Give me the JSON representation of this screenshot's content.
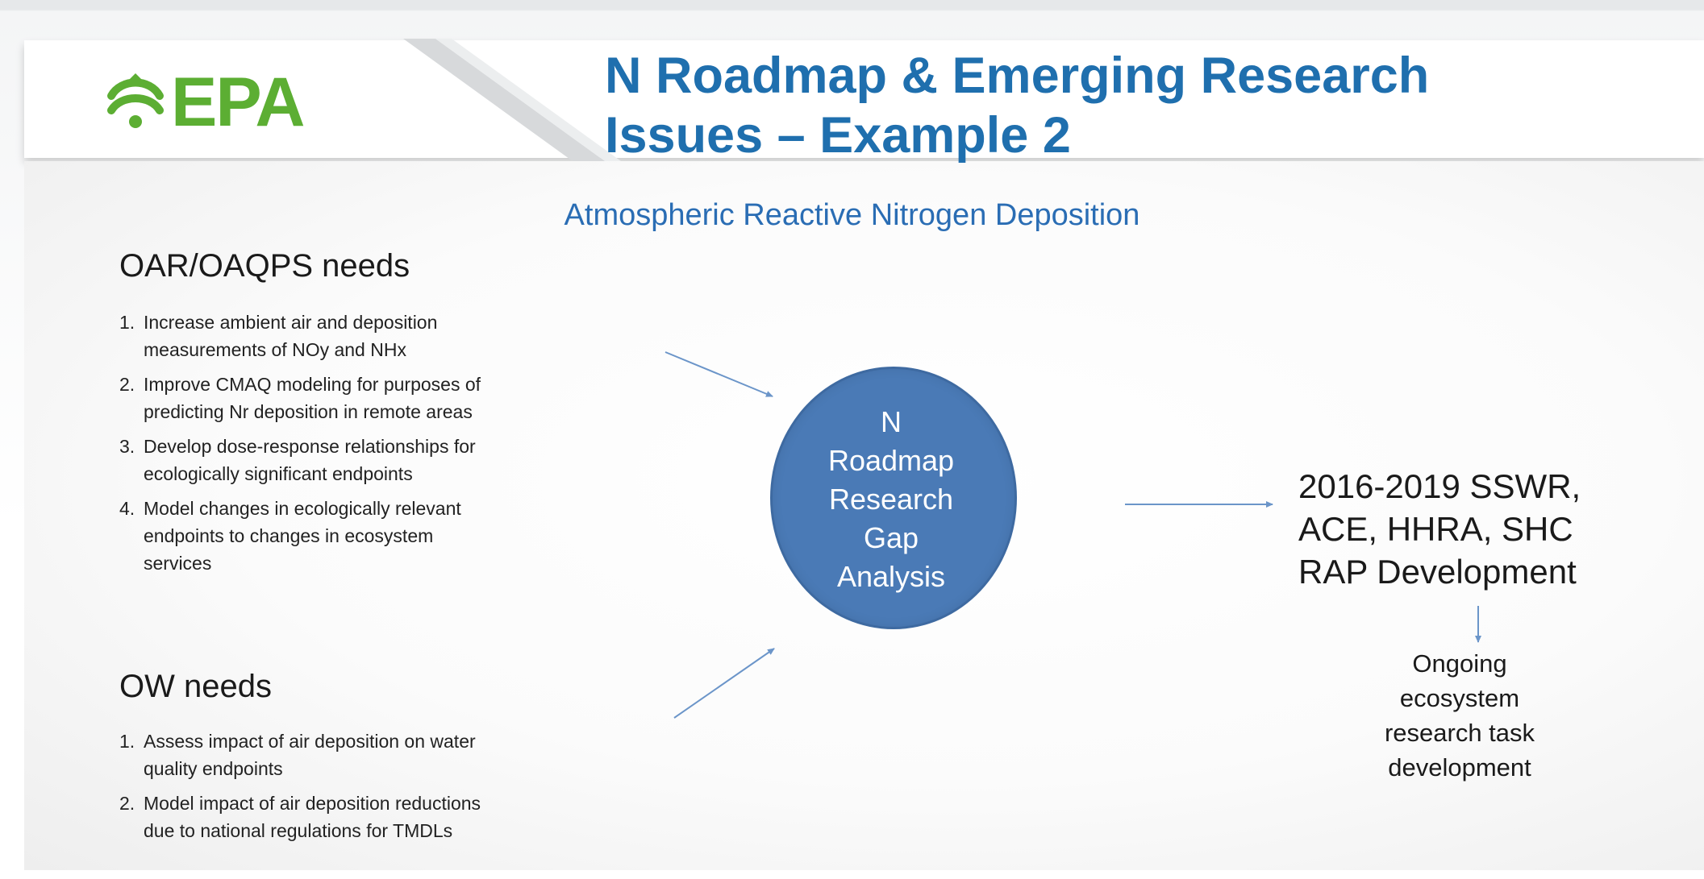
{
  "header": {
    "logo_text": "EPA",
    "title_lines": [
      "N Roadmap & Emerging Research",
      "Issues – Example 2"
    ]
  },
  "diagram": {
    "subtitle": "Atmospheric Reactive Nitrogen Deposition",
    "oar_section": {
      "heading": "OAR/OAQPS needs",
      "items": [
        {
          "num": "1.",
          "lines": [
            "Increase ambient air and deposition",
            "measurements of NOy and NHx"
          ]
        },
        {
          "num": "2.",
          "lines": [
            "Improve CMAQ modeling for purposes of",
            "predicting Nr deposition in remote areas"
          ]
        },
        {
          "num": "3.",
          "lines": [
            "Develop dose-response relationships for",
            "ecologically significant endpoints"
          ]
        },
        {
          "num": "4.",
          "lines": [
            "Model changes in ecologically relevant",
            "endpoints to changes in ecosystem",
            "services"
          ]
        }
      ]
    },
    "ow_section": {
      "heading": "OW needs",
      "items": [
        {
          "num": "1.",
          "lines": [
            "Assess impact of air deposition on water",
            "quality endpoints"
          ]
        },
        {
          "num": "2.",
          "lines": [
            "Model impact of air deposition reductions",
            "due to national regulations for TMDLs"
          ]
        }
      ]
    },
    "center_node": {
      "lines": [
        "N",
        "Roadmap",
        "Research",
        "Gap",
        "Analysis"
      ]
    },
    "output_node": {
      "lines": [
        "2016-2019 SSWR,",
        "ACE, HHRA, SHC",
        "RAP Development"
      ]
    },
    "followup_node": {
      "lines": [
        "Ongoing",
        "ecosystem",
        "research task",
        "development"
      ]
    }
  },
  "colors": {
    "title": "#1f6fae",
    "subtitle": "#2a6db4",
    "logo_green": "#5cae33",
    "oval_fill": "#4a7ab6",
    "arrow": "#6b95c9"
  }
}
